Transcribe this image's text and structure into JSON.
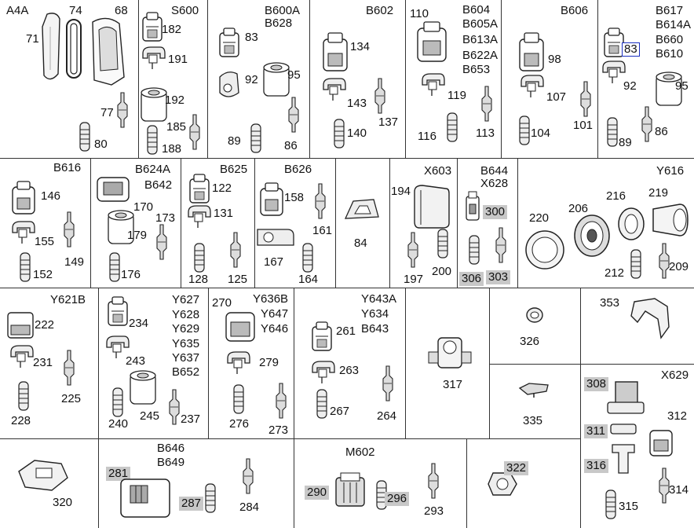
{
  "title": "",
  "sections": {
    "a4a": {
      "code": "A4A",
      "parts": [
        "71",
        "74",
        "68",
        "77",
        "80"
      ]
    },
    "s600": {
      "code": "S600",
      "parts": [
        "182",
        "191",
        "192",
        "185",
        "188"
      ]
    },
    "b600a": {
      "codes": [
        "B600A",
        "B628"
      ],
      "parts": [
        "83",
        "92",
        "95",
        "89",
        "86"
      ]
    },
    "b602": {
      "code": "B602",
      "parts": [
        "134",
        "143",
        "137",
        "140"
      ]
    },
    "b604": {
      "prefix": "110",
      "codes": [
        "B604",
        "B605A",
        "B613A",
        "B622A",
        "B653"
      ],
      "parts": [
        "119",
        "116",
        "113"
      ]
    },
    "b606": {
      "code": "B606",
      "parts": [
        "98",
        "107",
        "104",
        "101"
      ]
    },
    "b617": {
      "codes": [
        "B617",
        "B614A",
        "B660",
        "B610"
      ],
      "parts": [
        "83",
        "92",
        "95",
        "89",
        "86"
      ],
      "selected": "83"
    },
    "b616": {
      "code": "B616",
      "parts": [
        "146",
        "155",
        "149",
        "152"
      ]
    },
    "b624a": {
      "codes": [
        "B624A",
        "B642"
      ],
      "parts": [
        "170",
        "173",
        "179",
        "176"
      ]
    },
    "b625": {
      "code": "B625",
      "parts": [
        "122",
        "131",
        "128",
        "125"
      ]
    },
    "b626": {
      "code": "B626",
      "parts": [
        "158",
        "161",
        "167",
        "164"
      ]
    },
    "p84": {
      "parts": [
        "84"
      ]
    },
    "x603": {
      "code": "X603",
      "parts": [
        "194",
        "197",
        "200"
      ]
    },
    "b644": {
      "codes": [
        "B644",
        "X628"
      ],
      "parts": [
        "300",
        "306",
        "303"
      ]
    },
    "y616": {
      "code": "Y616",
      "parts": [
        "220",
        "206",
        "216",
        "219",
        "212",
        "209"
      ]
    },
    "y621b": {
      "code": "Y621B",
      "parts": [
        "222",
        "231",
        "225",
        "228"
      ]
    },
    "y627": {
      "codes": [
        "Y627",
        "Y628",
        "Y629",
        "Y635",
        "Y637",
        "B652"
      ],
      "parts": [
        "234",
        "243",
        "240",
        "245",
        "237"
      ]
    },
    "y636b": {
      "prefix": "270",
      "codes": [
        "Y636B",
        "Y647",
        "Y646"
      ],
      "parts": [
        "279",
        "276",
        "273"
      ]
    },
    "y643a": {
      "codes": [
        "Y643A",
        "Y634",
        "B643"
      ],
      "parts": [
        "261",
        "263",
        "267",
        "264"
      ]
    },
    "p317": {
      "parts": [
        "317"
      ]
    },
    "p326": {
      "parts": [
        "326"
      ]
    },
    "p335": {
      "parts": [
        "335"
      ]
    },
    "p353": {
      "parts": [
        "353"
      ]
    },
    "x629": {
      "code": "X629",
      "parts": [
        "308",
        "311",
        "316",
        "312",
        "315",
        "314"
      ]
    },
    "p320": {
      "parts": [
        "320"
      ]
    },
    "b646": {
      "codes": [
        "B646",
        "B649"
      ],
      "parts": [
        "281",
        "287",
        "284"
      ]
    },
    "m602": {
      "code": "M602",
      "parts": [
        "290",
        "296",
        "293"
      ]
    },
    "p322": {
      "parts": [
        "322"
      ]
    }
  }
}
